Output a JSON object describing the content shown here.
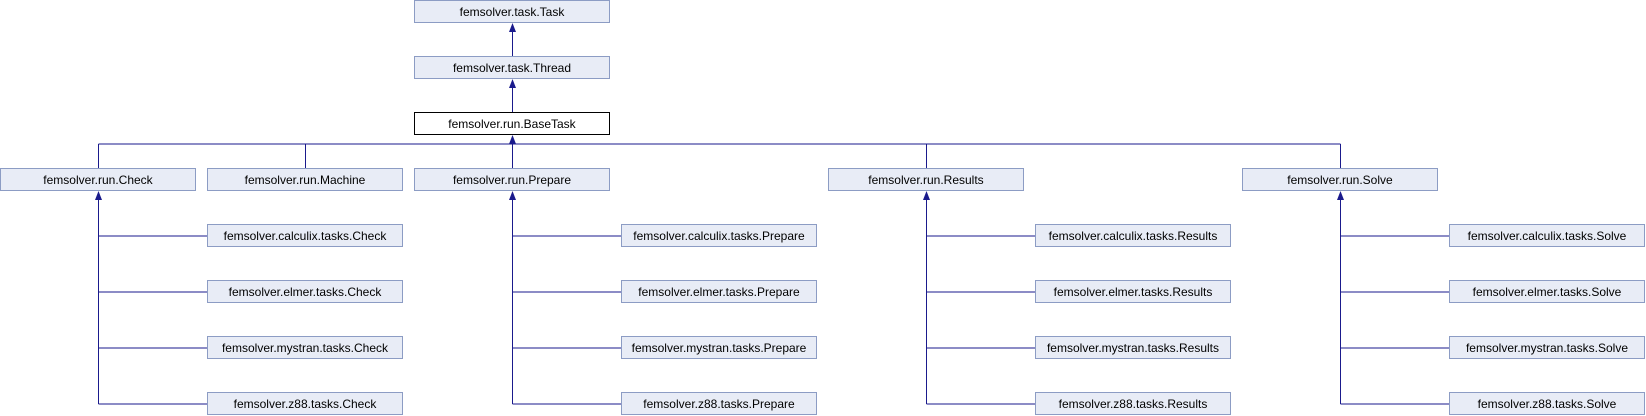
{
  "diagram": {
    "nodes": {
      "task": "femsolver.task.Task",
      "thread": "femsolver.task.Thread",
      "basetask": "femsolver.run.BaseTask",
      "check": "femsolver.run.Check",
      "machine": "femsolver.run.Machine",
      "prepare": "femsolver.run.Prepare",
      "results": "femsolver.run.Results",
      "solve": "femsolver.run.Solve",
      "calculix_check": "femsolver.calculix.tasks.Check",
      "elmer_check": "femsolver.elmer.tasks.Check",
      "mystran_check": "femsolver.mystran.tasks.Check",
      "z88_check": "femsolver.z88.tasks.Check",
      "calculix_prepare": "femsolver.calculix.tasks.Prepare",
      "elmer_prepare": "femsolver.elmer.tasks.Prepare",
      "mystran_prepare": "femsolver.mystran.tasks.Prepare",
      "z88_prepare": "femsolver.z88.tasks.Prepare",
      "calculix_results": "femsolver.calculix.tasks.Results",
      "elmer_results": "femsolver.elmer.tasks.Results",
      "mystran_results": "femsolver.mystran.tasks.Results",
      "z88_results": "femsolver.z88.tasks.Results",
      "calculix_solve": "femsolver.calculix.tasks.Solve",
      "elmer_solve": "femsolver.elmer.tasks.Solve",
      "mystran_solve": "femsolver.mystran.tasks.Solve",
      "z88_solve": "femsolver.z88.tasks.Solve"
    },
    "edges": [
      [
        "task",
        "thread"
      ],
      [
        "thread",
        "basetask"
      ],
      [
        "basetask",
        "check"
      ],
      [
        "basetask",
        "machine"
      ],
      [
        "basetask",
        "prepare"
      ],
      [
        "basetask",
        "results"
      ],
      [
        "basetask",
        "solve"
      ],
      [
        "check",
        "calculix_check"
      ],
      [
        "check",
        "elmer_check"
      ],
      [
        "check",
        "mystran_check"
      ],
      [
        "check",
        "z88_check"
      ],
      [
        "prepare",
        "calculix_prepare"
      ],
      [
        "prepare",
        "elmer_prepare"
      ],
      [
        "prepare",
        "mystran_prepare"
      ],
      [
        "prepare",
        "z88_prepare"
      ],
      [
        "results",
        "calculix_results"
      ],
      [
        "results",
        "elmer_results"
      ],
      [
        "results",
        "mystran_results"
      ],
      [
        "results",
        "z88_results"
      ],
      [
        "solve",
        "calculix_solve"
      ],
      [
        "solve",
        "elmer_solve"
      ],
      [
        "solve",
        "mystran_solve"
      ],
      [
        "solve",
        "z88_solve"
      ]
    ],
    "edge_color": "#1a1a8c",
    "node_fill": "#e8ecf6",
    "node_border": "#8c9cc4",
    "current_node": "basetask"
  }
}
